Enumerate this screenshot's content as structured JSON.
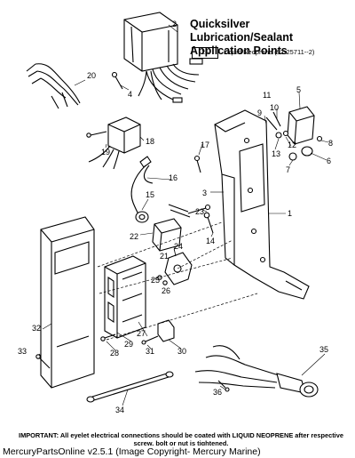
{
  "heading": "Quicksilver Lubrication/Sealant Application Points",
  "legend": {
    "code": "25",
    "text": "Liquid Neoprene (92-25711--2)"
  },
  "important_note": "IMPORTANT: All eyelet electrical connections should be coated with LIQUID NEOPRENE after respective screw, bolt or nut is tightened.",
  "footer": "MercuryPartsOnline v2.5.1 (Image Copyright- Mercury Marine)",
  "callouts": [
    {
      "label": "1"
    },
    {
      "label": "2"
    },
    {
      "label": "3"
    },
    {
      "label": "4"
    },
    {
      "label": "5"
    },
    {
      "label": "6"
    },
    {
      "label": "7"
    },
    {
      "label": "8"
    },
    {
      "label": "9"
    },
    {
      "label": "10"
    },
    {
      "label": "11"
    },
    {
      "label": "12"
    },
    {
      "label": "13"
    },
    {
      "label": "14"
    },
    {
      "label": "15"
    },
    {
      "label": "16"
    },
    {
      "label": "17"
    },
    {
      "label": "18"
    },
    {
      "label": "19"
    },
    {
      "label": "20"
    },
    {
      "label": "21"
    },
    {
      "label": "22"
    },
    {
      "label": "23"
    },
    {
      "label": "24"
    },
    {
      "label": "25"
    },
    {
      "label": "26"
    },
    {
      "label": "27"
    },
    {
      "label": "28"
    },
    {
      "label": "29"
    },
    {
      "label": "30"
    },
    {
      "label": "31"
    },
    {
      "label": "32"
    },
    {
      "label": "33"
    },
    {
      "label": "34"
    },
    {
      "label": "35"
    },
    {
      "label": "36"
    }
  ]
}
